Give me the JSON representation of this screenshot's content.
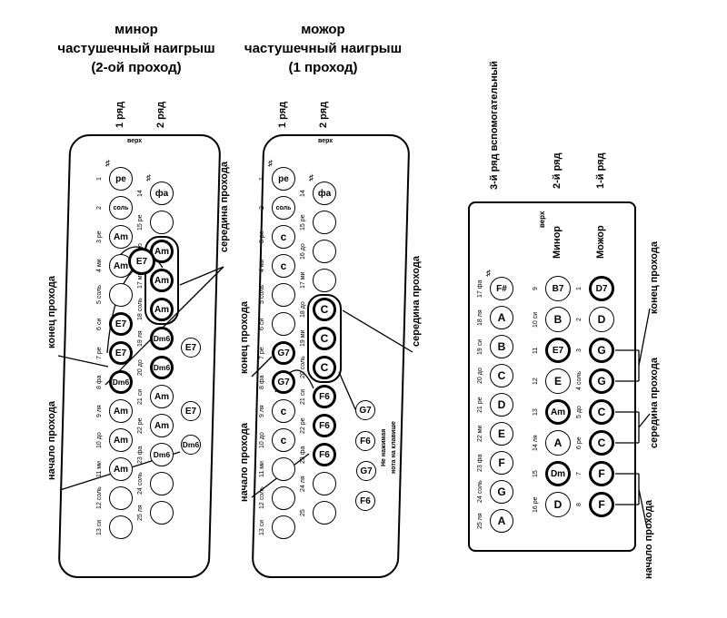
{
  "titles": {
    "minor": [
      "минор",
      "частушечный наигрыш",
      "(2-ой проход)"
    ],
    "major": [
      "можор",
      "частушечный наигрыш",
      "(1 проход)"
    ]
  },
  "labels": {
    "row1": "1 ряд",
    "row2": "2 ряд",
    "top": "верх",
    "end": "конец прохода",
    "start": "начало прохода",
    "middle": "середина прохода",
    "aux_row": "3-й ряд вспомогательный",
    "row2_right": "2-й ряд",
    "row1_right": "1-й ряд",
    "minor_col": "Минор",
    "major_col": "Можор",
    "note1": "Не нажимая",
    "note2": "нота на клавише"
  },
  "minor_panel": {
    "col1": [
      {
        "n": "1",
        "c": "ре",
        "s": true
      },
      {
        "n": "2",
        "c": "соль"
      },
      {
        "n": "3 ре",
        "c": "Am"
      },
      {
        "n": "4 ми",
        "c": "Am"
      },
      {
        "n": "5 соль",
        "c": ""
      },
      {
        "n": "6 си",
        "c": "E7",
        "b": true
      },
      {
        "n": "7 ре",
        "c": "E7",
        "b": true
      },
      {
        "n": "8 фа",
        "c": "Dm6",
        "b": true
      },
      {
        "n": "9 ля",
        "c": "Am"
      },
      {
        "n": "10 до",
        "c": "Am"
      },
      {
        "n": "11 ми",
        "c": "Am"
      },
      {
        "n": "12 соль",
        "c": ""
      },
      {
        "n": "13 си",
        "c": ""
      }
    ],
    "col2": [
      {
        "n": "14",
        "c": "фа",
        "s": true
      },
      {
        "n": "15 ре",
        "c": ""
      },
      {
        "n": "16 до",
        "c": "Am",
        "b": true
      },
      {
        "n": "17 ми",
        "c": "Am",
        "b": true
      },
      {
        "n": "18 соль",
        "c": "Am",
        "b": true
      },
      {
        "n": "19 ля",
        "c": "Dm6",
        "b": true
      },
      {
        "n": "20 до",
        "c": "Dm6",
        "b": true
      },
      {
        "n": "21 си",
        "c": "Am"
      },
      {
        "n": "22 ре",
        "c": "Am"
      },
      {
        "n": "23 фа",
        "c": "Dm6"
      },
      {
        "n": "24 соль",
        "c": ""
      },
      {
        "n": "25 ля",
        "c": ""
      }
    ],
    "floats": [
      {
        "c": "E7",
        "b": true
      },
      {
        "c": "E7"
      },
      {
        "c": "E7"
      },
      {
        "c": "Dm6"
      }
    ]
  },
  "major_panel": {
    "col1": [
      {
        "n": "1",
        "c": "ре",
        "s": true
      },
      {
        "n": "2",
        "c": "соль"
      },
      {
        "n": "3 ре",
        "c": "с"
      },
      {
        "n": "4 ми",
        "c": "с"
      },
      {
        "n": "5 соль",
        "c": ""
      },
      {
        "n": "6 си",
        "c": ""
      },
      {
        "n": "7 ре",
        "c": "G7",
        "b": true
      },
      {
        "n": "8 фа",
        "c": "G7",
        "b": true
      },
      {
        "n": "9 ля",
        "c": "с"
      },
      {
        "n": "10 до",
        "c": "с"
      },
      {
        "n": "11 ми",
        "c": ""
      },
      {
        "n": "12 соль",
        "c": ""
      },
      {
        "n": "13 си",
        "c": ""
      }
    ],
    "col2": [
      {
        "n": "14",
        "c": "фа",
        "s": true
      },
      {
        "n": "15 ре",
        "c": ""
      },
      {
        "n": "16 до",
        "c": ""
      },
      {
        "n": "17 ми",
        "c": ""
      },
      {
        "n": "18 до",
        "c": "C",
        "b": true
      },
      {
        "n": "19 ми",
        "c": "C",
        "b": true
      },
      {
        "n": "20 соль",
        "c": "C",
        "b": true
      },
      {
        "n": "21 си",
        "c": "F6",
        "b": true
      },
      {
        "n": "22 ре",
        "c": "F6",
        "b": true
      },
      {
        "n": "23 фа",
        "c": "F6",
        "b": true
      },
      {
        "n": "24 ля",
        "c": ""
      },
      {
        "n": "25",
        "c": ""
      }
    ],
    "floats": [
      {
        "c": "G7"
      },
      {
        "c": "F6"
      },
      {
        "c": "G7"
      },
      {
        "c": "F6"
      }
    ]
  },
  "layout_panel": {
    "col3rd": [
      {
        "n": "17 фа",
        "c": "F#",
        "s": true
      },
      {
        "n": "18 ля",
        "c": "A"
      },
      {
        "n": "19 си",
        "c": "B"
      },
      {
        "n": "20 до",
        "c": "C"
      },
      {
        "n": "21 ре",
        "c": "D"
      },
      {
        "n": "22 ми",
        "c": "E"
      },
      {
        "n": "23 фа",
        "c": "F"
      },
      {
        "n": "24 соль",
        "c": "G"
      },
      {
        "n": "25 ля",
        "c": "A"
      }
    ],
    "col2nd": [
      {
        "n": "9",
        "c": "B7"
      },
      {
        "n": "10 си",
        "c": "B"
      },
      {
        "n": "11",
        "c": "E7",
        "b": true
      },
      {
        "n": "12",
        "c": "E"
      },
      {
        "n": "13",
        "c": "Am",
        "b": true
      },
      {
        "n": "14 ля",
        "c": "A"
      },
      {
        "n": "15",
        "c": "Dm",
        "b": true
      },
      {
        "n": "16 ре",
        "c": "D"
      }
    ],
    "col1st": [
      {
        "n": "1",
        "c": "D7",
        "b": true
      },
      {
        "n": "2",
        "c": "D"
      },
      {
        "n": "3",
        "c": "G",
        "b": true
      },
      {
        "n": "4 соль",
        "c": "G",
        "b": true
      },
      {
        "n": "5 до",
        "c": "C",
        "b": true
      },
      {
        "n": "6 ре",
        "c": "C",
        "b": true
      },
      {
        "n": "7",
        "c": "F",
        "b": true
      },
      {
        "n": "8",
        "c": "F",
        "b": true
      }
    ]
  }
}
